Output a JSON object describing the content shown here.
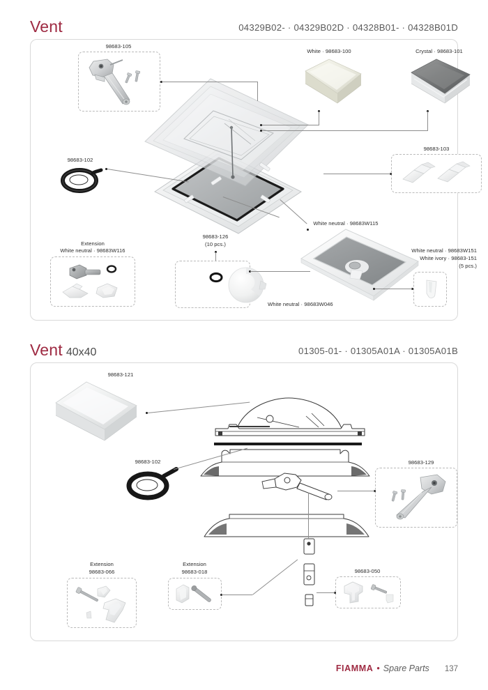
{
  "page": {
    "number": "137",
    "brand": "FIAMMA",
    "separator": "•",
    "category": "Spare Parts"
  },
  "sections": [
    {
      "id": "vent",
      "title": "Vent",
      "subtitle": "",
      "codes": "04329B02- · 04329B02D · 04328B01- · 04328B01D",
      "labels": {
        "arm": "98683-105",
        "dome_white": "White · 98683-100",
        "dome_crystal": "Crystal · 98683-101",
        "hinges": "98683-103",
        "seal": "98683-102",
        "extension_line1": "Extension",
        "extension_line2": "White neutral · 98683W116",
        "knob_line1": "98683-126",
        "knob_line2": "(10 pcs.)",
        "frame_net": "White neutral · 98683W115",
        "net_bottom": "White neutral · 98683W046",
        "clip_line1": "White neutral · 98683W151",
        "clip_line2": "White ivory · 98683-151",
        "clip_line3": "(5 pcs.)"
      }
    },
    {
      "id": "vent-40x40",
      "title": "Vent",
      "subtitle": "40x40",
      "codes": "01305-01- · 01305A01A · 01305A01B",
      "labels": {
        "dome": "98683-121",
        "seal": "98683-102",
        "arm": "98683-129",
        "ext066_line1": "Extension",
        "ext066_line2": "98683-066",
        "ext018_line1": "Extension",
        "ext018_line2": "98683-018",
        "knob": "98683-050"
      }
    }
  ],
  "colors": {
    "accent": "#9e2a42",
    "panel_border": "#d9d9d9",
    "callout_border": "#b9b9b9",
    "leader_line": "#8d8d8d",
    "label_text": "#2b2b2b",
    "code_text": "#5a5a5a"
  }
}
